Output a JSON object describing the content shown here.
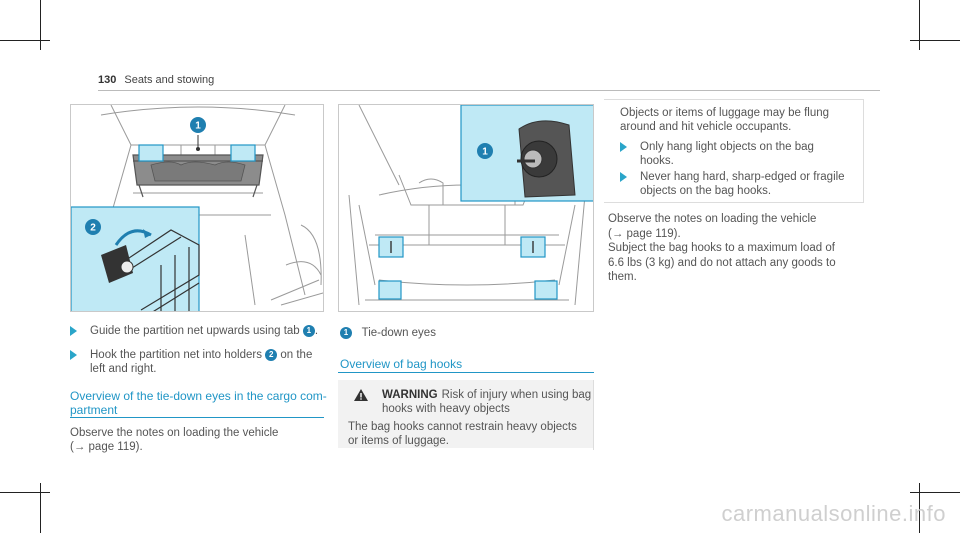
{
  "header": {
    "page_number": "130",
    "title": "Seats and stowing"
  },
  "figure1": {
    "callouts": [
      "1",
      "2"
    ]
  },
  "col1": {
    "step1": {
      "text_a": "Guide the partition net upwards using tab",
      "badge": "1",
      "text_b": "."
    },
    "step2": {
      "line1_a": "Hook the partition net into holders",
      "badge": "2",
      "line1_b": "on the",
      "line2": "left and right."
    },
    "section_title_line1": "Overview of the tie-down eyes in the cargo com-",
    "section_title_line2": "partment",
    "para_line1": "Observe the notes on loading the vehicle",
    "para_line2": "(→ page 119)."
  },
  "figure2": {
    "callouts": [
      "1"
    ]
  },
  "col2": {
    "legend_badge": "1",
    "legend_text": "Tie-down eyes",
    "section_title": "Overview of bag hooks",
    "warning": {
      "label": "WARNING",
      "head_line1": "Risk of injury when using bag",
      "head_line2": "hooks with heavy objects",
      "body_line1": "The bag hooks cannot restrain heavy objects",
      "body_line2": "or items of luggage."
    }
  },
  "col3": {
    "info_line1": "Objects or items of luggage may be flung",
    "info_line2": "around and hit vehicle occupants.",
    "bullet1_line1": "Only hang light objects on the bag",
    "bullet1_line2": "hooks.",
    "bullet2_line1": "Never hang hard, sharp-edged or fragile",
    "bullet2_line2": "objects on the bag hooks.",
    "para": [
      "Observe the notes on loading the vehicle",
      "(→ page 119).",
      "Subject the bag hooks to a maximum load of",
      "6.6 lbs (3 kg) and do not attach any goods to",
      "them."
    ]
  },
  "watermark": "carmanualsonline.info",
  "colors": {
    "accent": "#2196c6",
    "highlight": "#bfe9f5",
    "badge": "#1f7fb0"
  }
}
